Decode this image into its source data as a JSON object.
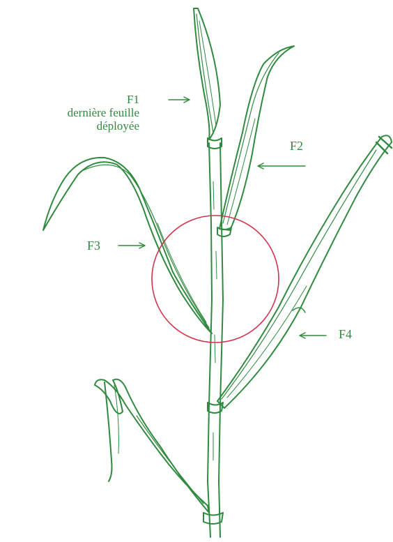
{
  "labels": {
    "f1": {
      "name": "F1",
      "line1": "dernière feuille",
      "line2": "déployée"
    },
    "f2": "F2",
    "f3": "F3",
    "f4": "F4"
  },
  "colors": {
    "plant": "#2f8a3f",
    "highlight_circle": "#d0344c",
    "background": "#ffffff"
  }
}
